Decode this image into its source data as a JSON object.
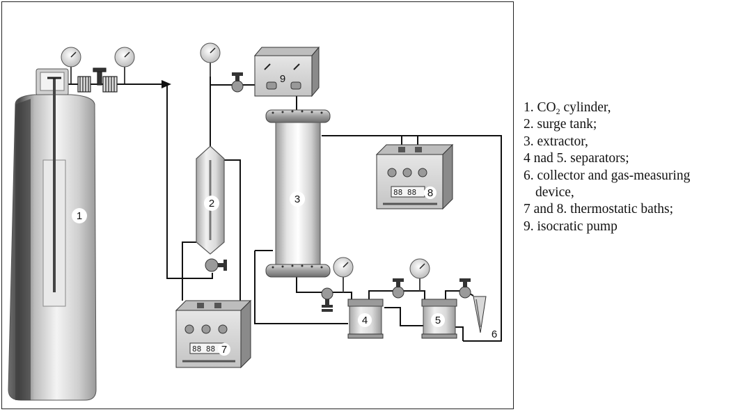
{
  "components": [
    {
      "id": "1",
      "label": "1"
    },
    {
      "id": "2",
      "label": "2"
    },
    {
      "id": "3",
      "label": "3"
    },
    {
      "id": "4",
      "label": "4"
    },
    {
      "id": "5",
      "label": "5"
    },
    {
      "id": "6",
      "label": "6"
    },
    {
      "id": "7",
      "label": "7"
    },
    {
      "id": "8",
      "label": "8"
    },
    {
      "id": "9",
      "label": "9"
    }
  ],
  "displays": {
    "bath_7": "88 88",
    "bath_8": "88 88"
  },
  "legend": {
    "item1_prefix": "1. CO",
    "item1_sub": "2",
    "item1_suffix": " cylinder,",
    "item2": "2. surge tank;",
    "item3": "3. extractor,",
    "item4": "4 nad 5. separators;",
    "item5_line1": "6. collector and gas-measuring",
    "item5_line2": "device,",
    "item6": "7 and 8. thermostatic baths;",
    "item7": "9. isocratic pump"
  }
}
